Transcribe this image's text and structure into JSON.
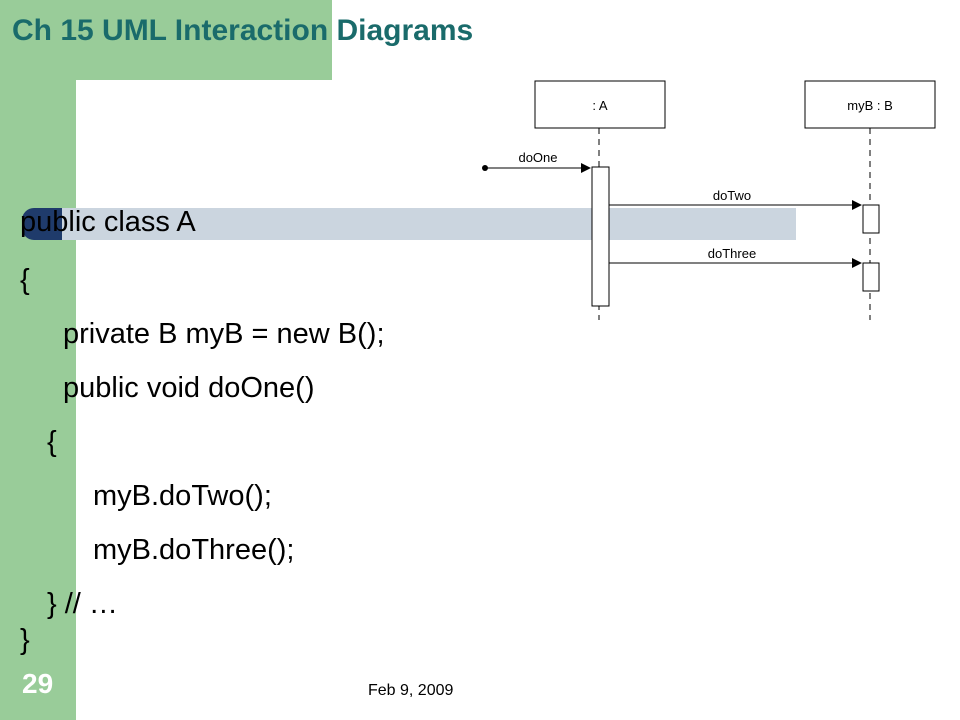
{
  "slide": {
    "title": "Ch 15 UML Interaction Diagrams",
    "number": "29",
    "date": "Feb 9, 2009"
  },
  "code": {
    "lines": [
      "public class A",
      "{",
      "private B myB = new B();",
      "public void doOne()",
      "{",
      "myB.doTwo();",
      "myB.doThree();",
      "} // …",
      "}"
    ]
  },
  "diagram": {
    "lifelines": [
      {
        "label": ": A"
      },
      {
        "label": "myB : B"
      }
    ],
    "messages": [
      {
        "label": "doOne"
      },
      {
        "label": "doTwo"
      },
      {
        "label": "doThree"
      }
    ]
  }
}
